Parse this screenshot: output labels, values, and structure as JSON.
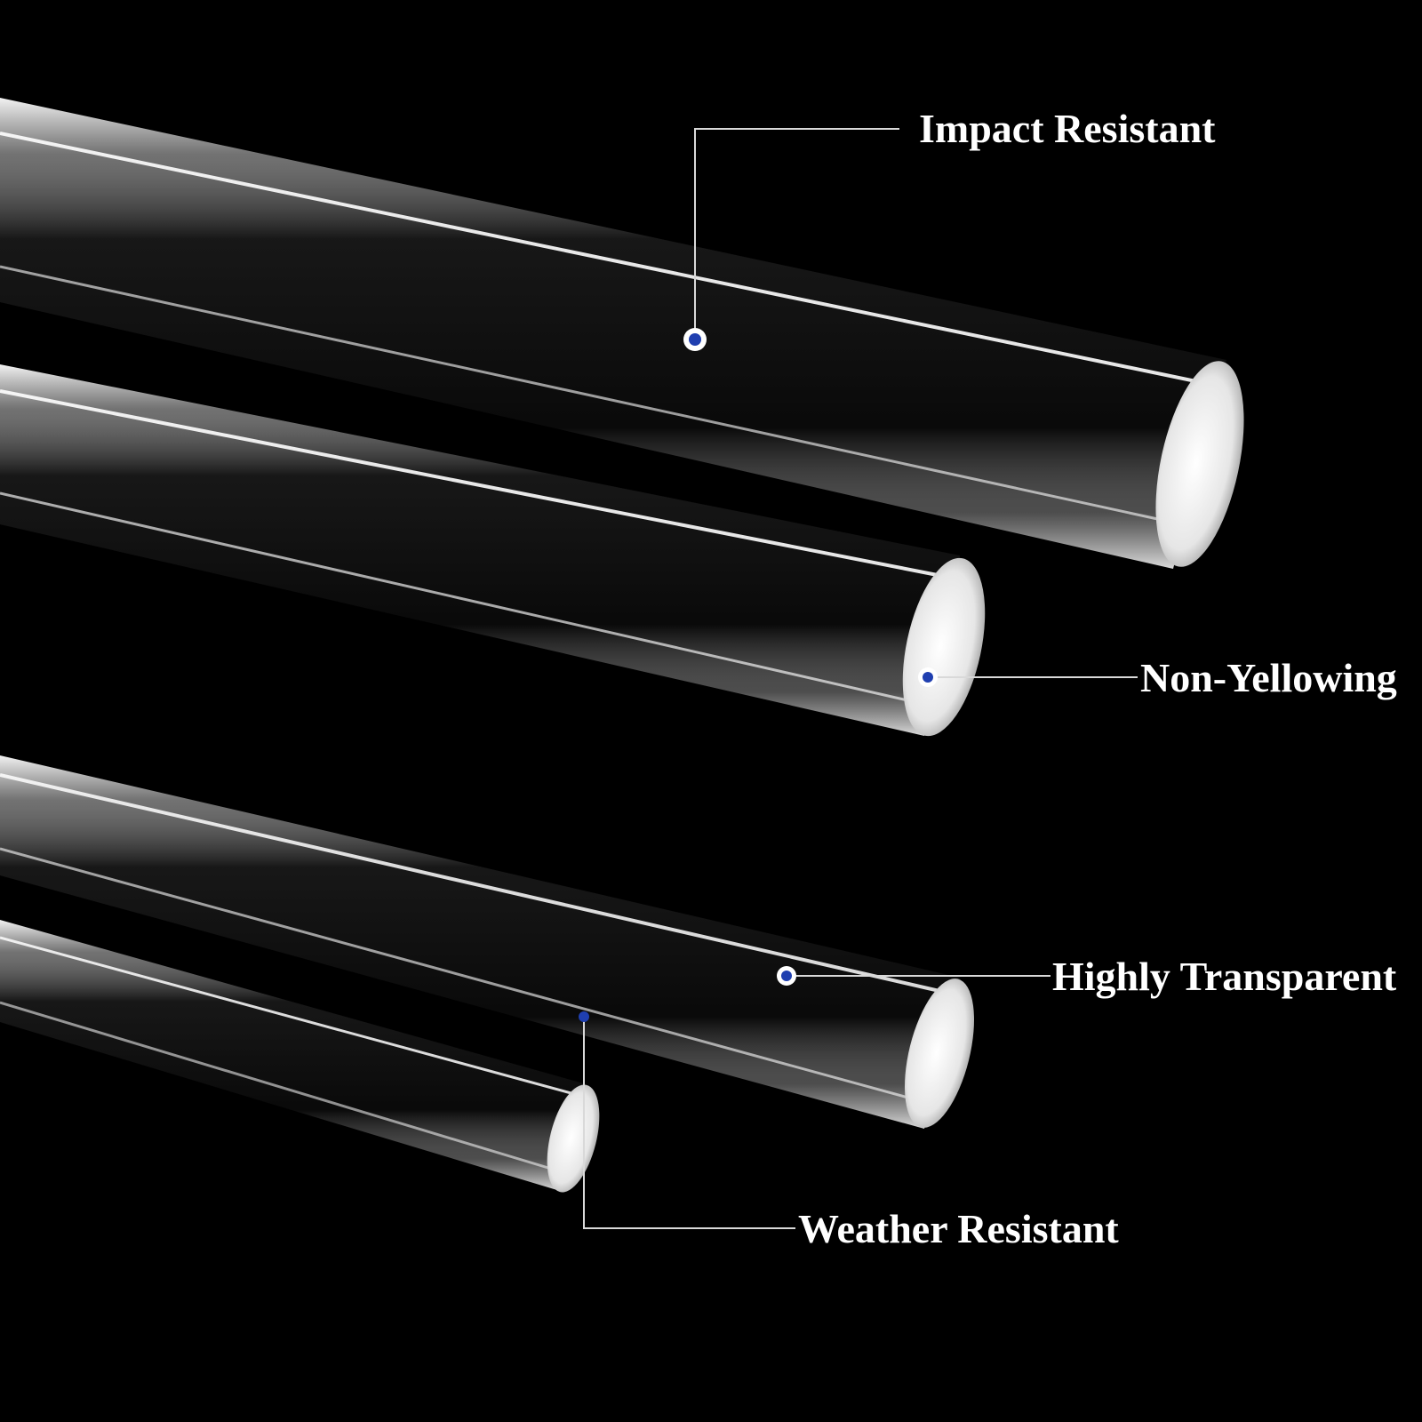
{
  "callouts": [
    {
      "id": "impact",
      "label": "Impact Resistant"
    },
    {
      "id": "nonyellow",
      "label": "Non-Yellowing"
    },
    {
      "id": "transparent",
      "label": "Highly Transparent"
    },
    {
      "id": "weather",
      "label": "Weather Resistant"
    }
  ],
  "colors": {
    "background": "#000000",
    "callout_line": "#d9d9d9",
    "marker_dot": "#1f3fb0",
    "label_text": "#ffffff"
  },
  "subject": {
    "items": "clear acrylic rods",
    "count": 4
  }
}
